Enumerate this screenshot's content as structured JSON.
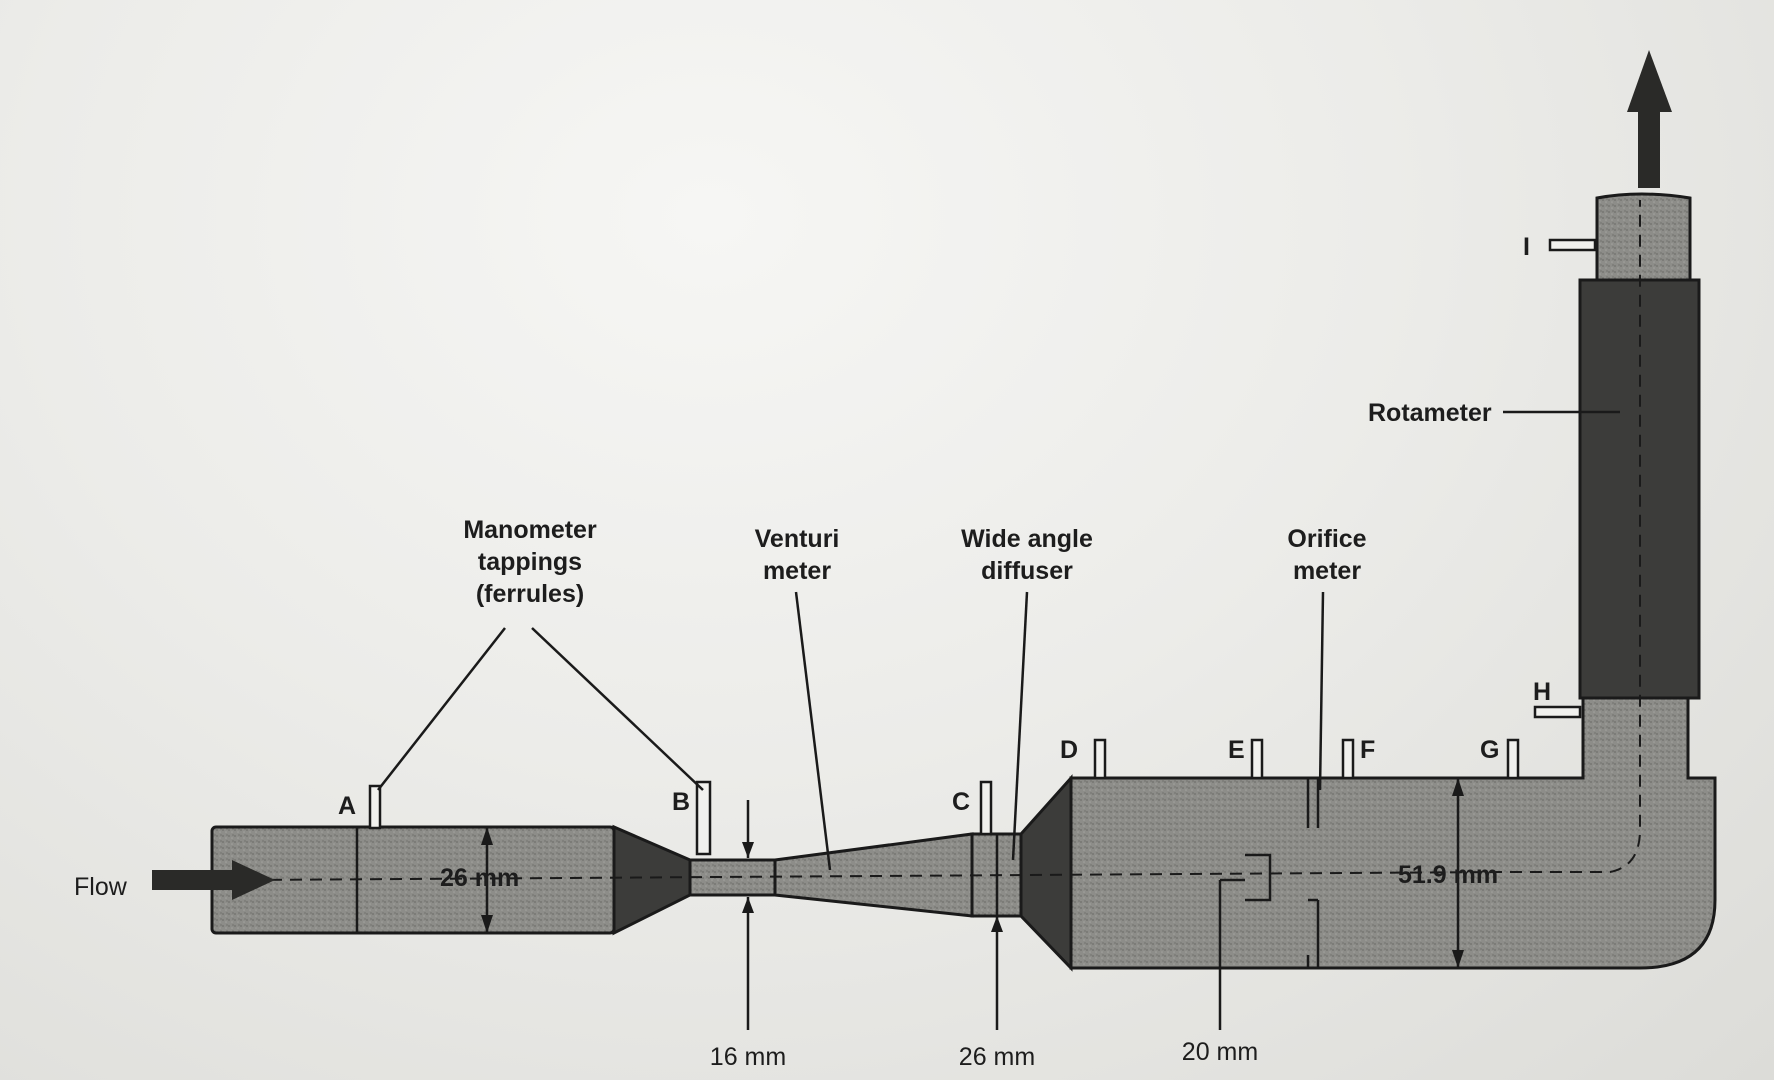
{
  "labels": {
    "flow": "Flow",
    "manometer_line1": "Manometer",
    "manometer_line2": "tappings",
    "manometer_line3": "(ferrules)",
    "venturi_line1": "Venturi",
    "venturi_line2": "meter",
    "diffuser_line1": "Wide angle",
    "diffuser_line2": "diffuser",
    "orifice_line1": "Orifice",
    "orifice_line2": "meter",
    "rotameter": "Rotameter"
  },
  "tappings": {
    "a": "A",
    "b": "B",
    "c": "C",
    "d": "D",
    "e": "E",
    "f": "F",
    "g": "G",
    "h": "H",
    "i": "I"
  },
  "dimensions": {
    "inlet_diameter": "26 mm",
    "throat_diameter": "16 mm",
    "venturi_exit_diameter": "26 mm",
    "orifice_diameter": "20 mm",
    "large_pipe_diameter": "51.9 mm"
  }
}
